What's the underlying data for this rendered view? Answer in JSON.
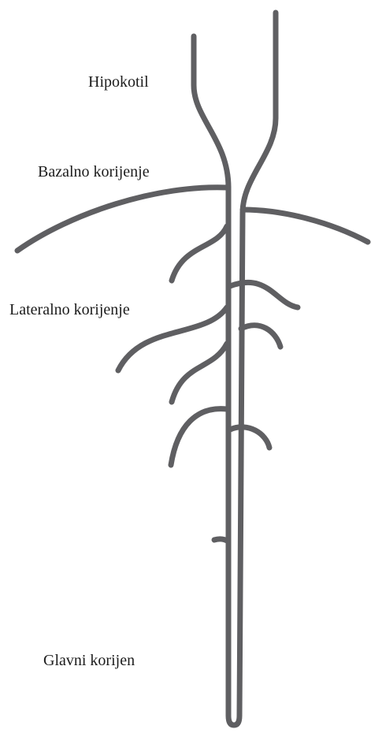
{
  "labels": {
    "hypocotyl": "Hipokotil",
    "basal_roots": "Bazalno korijenje",
    "lateral_roots": "Lateralno korijenje",
    "main_root": "Glavni korijen"
  },
  "colors": {
    "root_stroke": "#5f5f62",
    "label_text": "#1c1c1c",
    "background": "#ffffff"
  }
}
